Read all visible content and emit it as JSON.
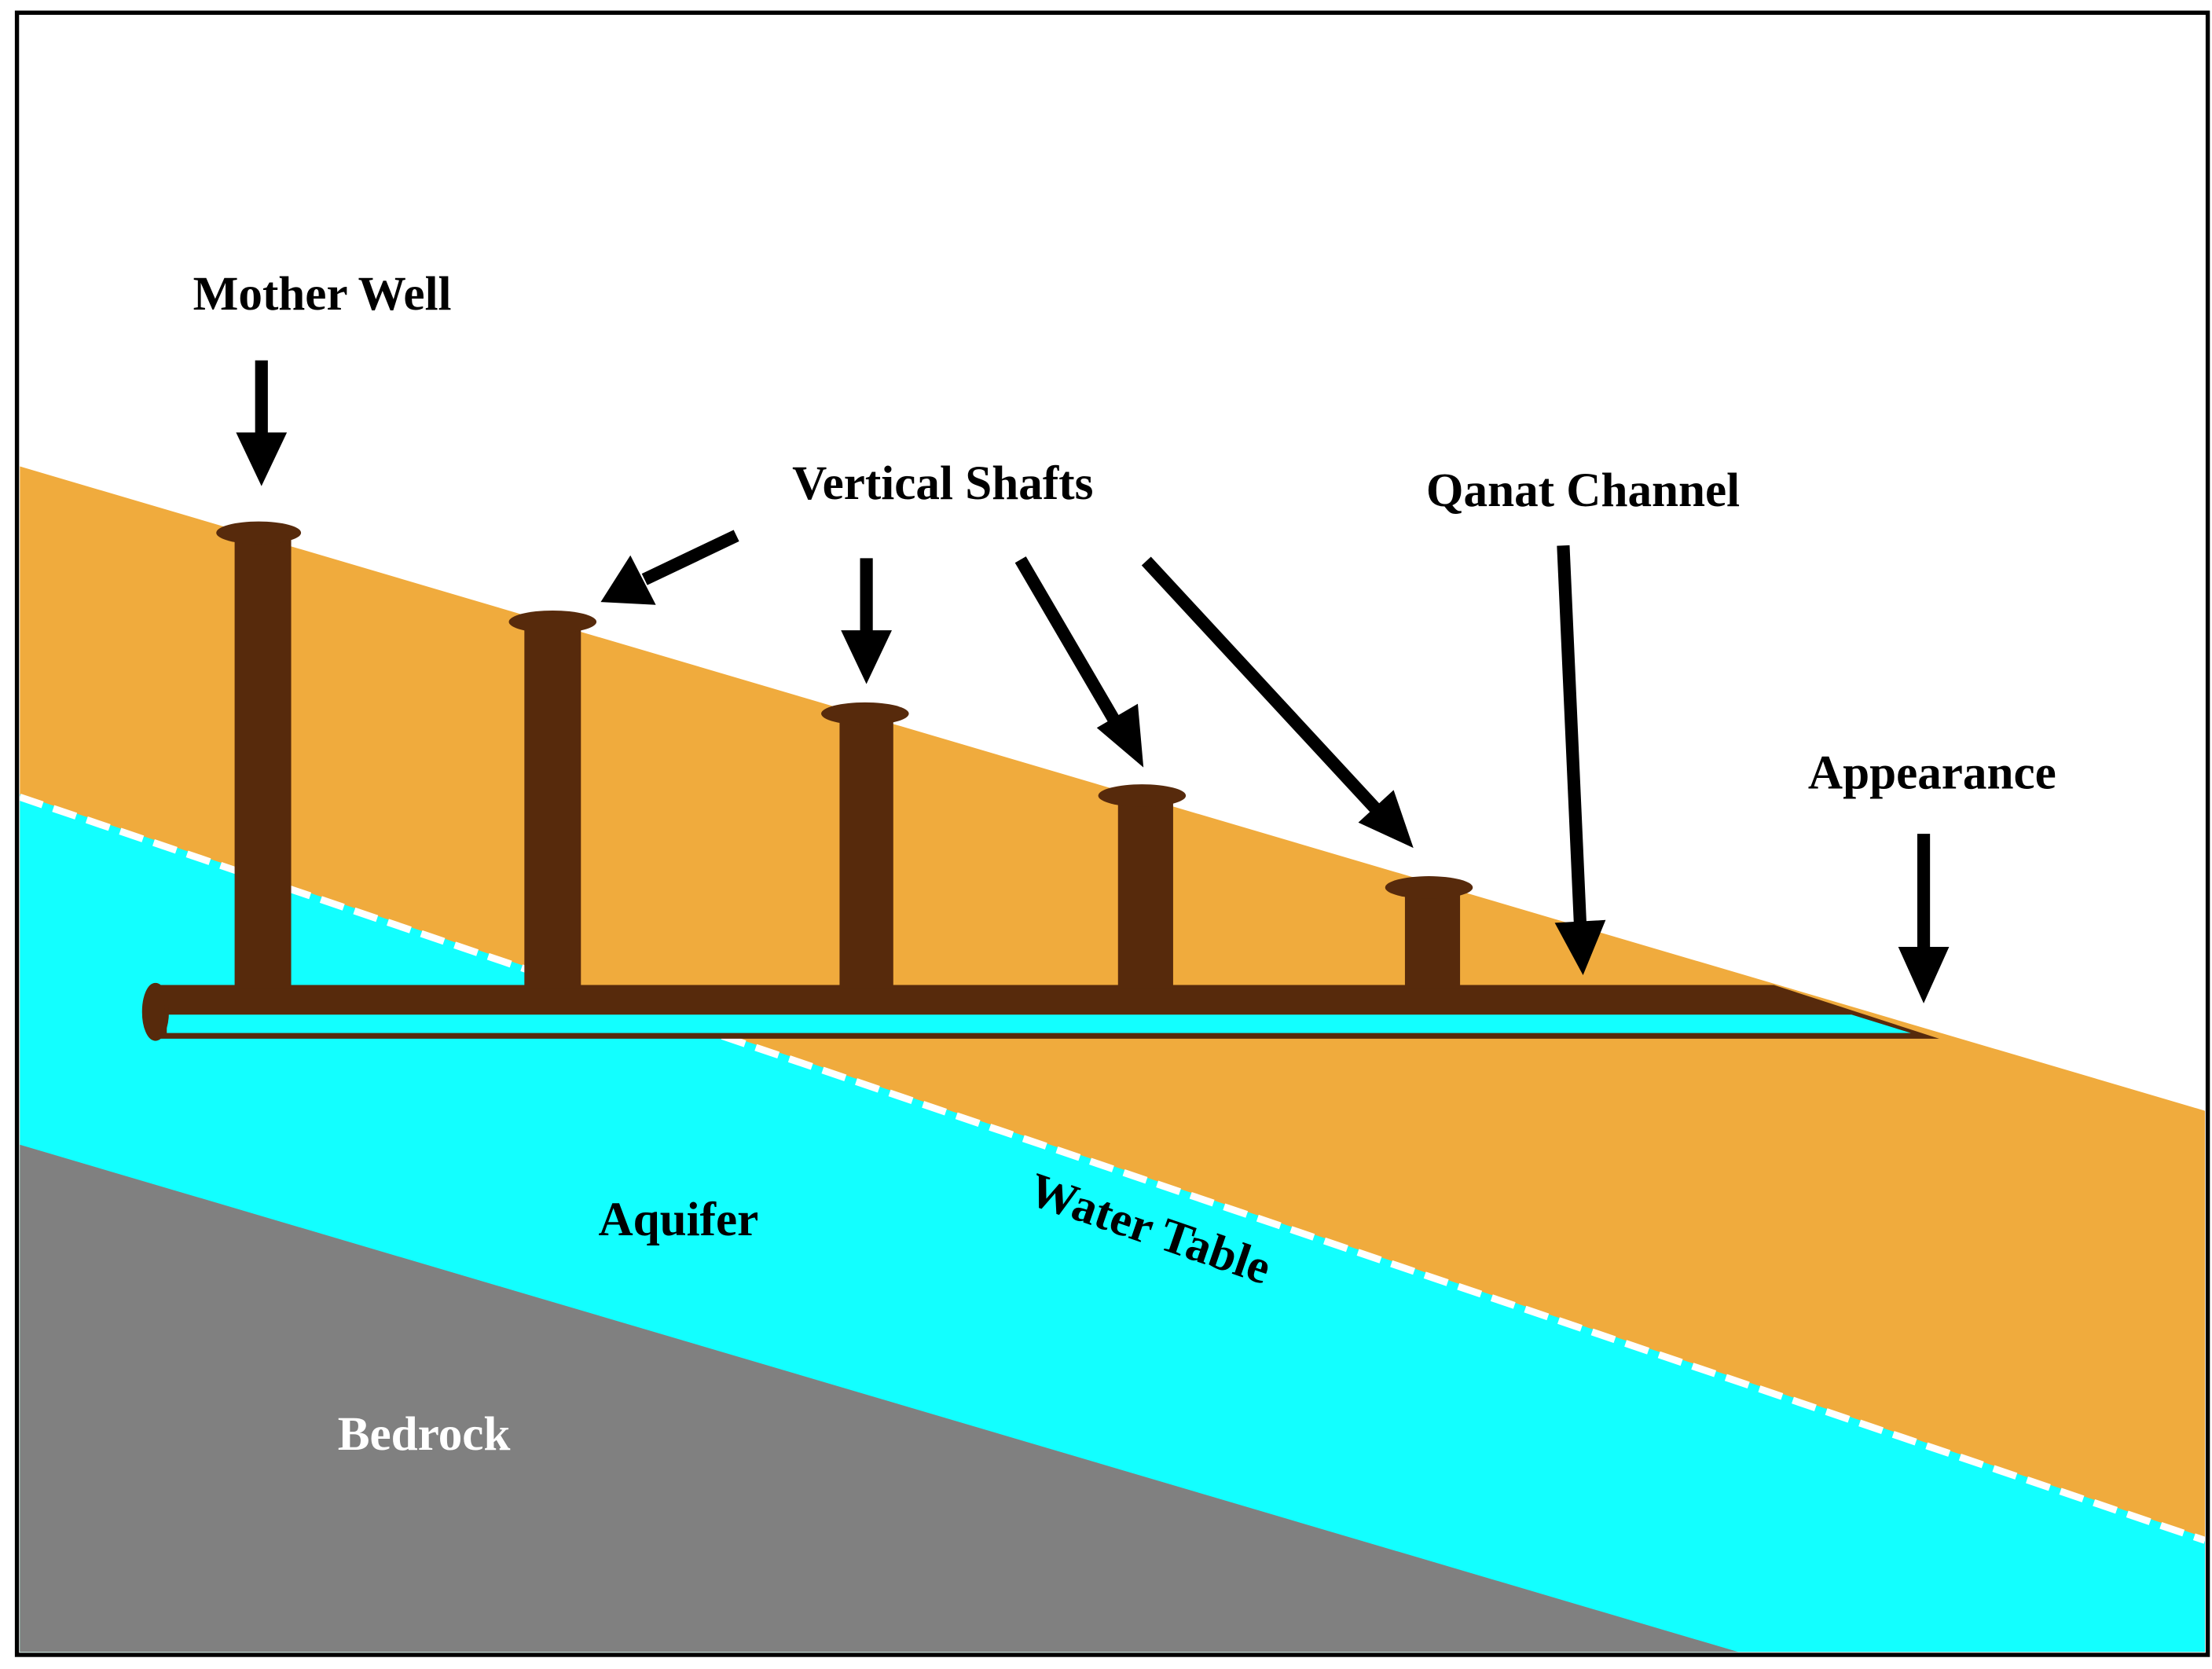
{
  "labels": {
    "mother_well": "Mother Well",
    "vertical_shafts": "Vertical Shafts",
    "qanat_channel": "Qanat Channel",
    "appearance": "Appearance",
    "aquifer": "Aquifer",
    "water_table": "Water Table",
    "bedrock": "Bedrock"
  },
  "colors": {
    "soil": "#f0ab3d",
    "aquifer": "#12ffff",
    "bedrock": "#808080",
    "shaft": "#572a0c",
    "water_table_line": "#ffffff",
    "arrow": "#000000",
    "frame": "#000000",
    "bedrock_text": "#ffffff"
  }
}
